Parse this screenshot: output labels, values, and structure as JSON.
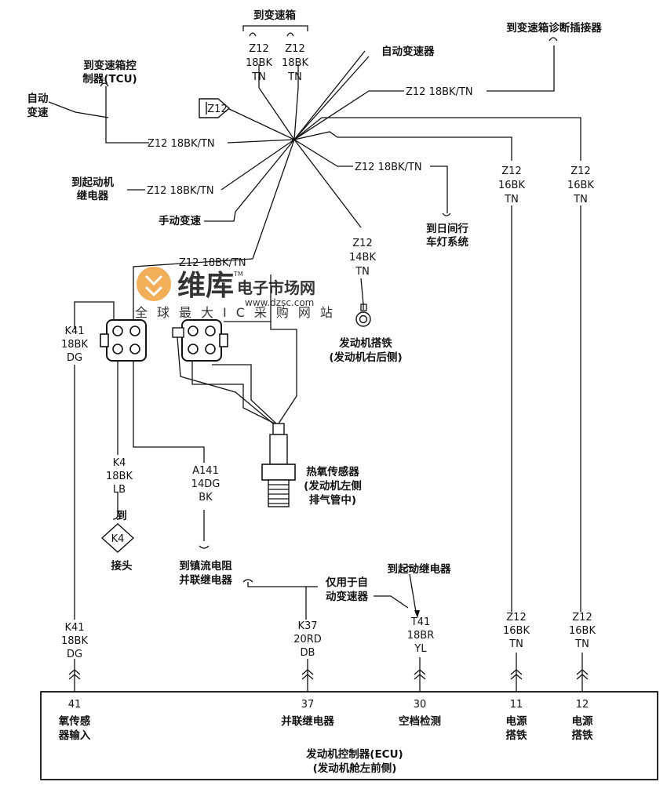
{
  "top": {
    "to_transmission": "到变速箱",
    "auto_transmission": "自动变速器",
    "tcu_line1": "到变速箱控",
    "tcu_line2": "制器(TCU)",
    "diag_connector": "到变速箱诊断插接器",
    "auto_line1": "自动",
    "auto_line2": "变速",
    "starter_line1": "到起动机",
    "starter_line2": "继电器",
    "manual": "手动变速",
    "drl_line1": "到日间行",
    "drl_line2": "车灯系统",
    "splice_label": "Z12"
  },
  "wires": {
    "z12_18bk_tn": "Z12 18BK/TN",
    "z12": "Z12",
    "w18bk": "18BK",
    "w16bk": "16BK",
    "w14bk": "14BK",
    "tn": "TN",
    "k41": "K41",
    "dg": "DG",
    "k4": "K4",
    "lb": "LB",
    "a141": "A141",
    "w14dg": "14DG",
    "bk": "BK",
    "k37": "K37",
    "w20rd": "20RD",
    "db": "DB",
    "t41": "T41",
    "w18br": "18BR",
    "yl": "YL"
  },
  "ground": {
    "line1": "发动机搭铁",
    "line2": "(发动机右后侧)"
  },
  "sensor": {
    "line1": "热氧传感器",
    "line2": "(发动机左侧",
    "line3": "排气管中)"
  },
  "k4_conn": {
    "to": "到",
    "label": "K4",
    "joint": "接头"
  },
  "ballast": {
    "line1": "到镇流电阻",
    "line2": "并联继电器"
  },
  "only_auto": {
    "line1": "仅用于自",
    "line2": "动变速器"
  },
  "to_starter_relay": "到起动继电器",
  "ecu": {
    "pins": [
      {
        "num": "41",
        "line1": "氧传感",
        "line2": "器输入"
      },
      {
        "num": "37",
        "line1": "并联继电器",
        "line2": ""
      },
      {
        "num": "30",
        "line1": "空档检测",
        "line2": ""
      },
      {
        "num": "11",
        "line1": "电源",
        "line2": "搭铁"
      },
      {
        "num": "12",
        "line1": "电源",
        "line2": "搭铁"
      }
    ],
    "title_line1": "发动机控制器(ECU)",
    "title_line2": "(发动机舱左前侧)"
  },
  "watermark": {
    "brand": "维库",
    "mall": "电子市场网",
    "url": "www.dzsc.com",
    "slogan": "全球最大IC采购网站",
    "tm": "TM",
    "color": "#f2a23a"
  }
}
